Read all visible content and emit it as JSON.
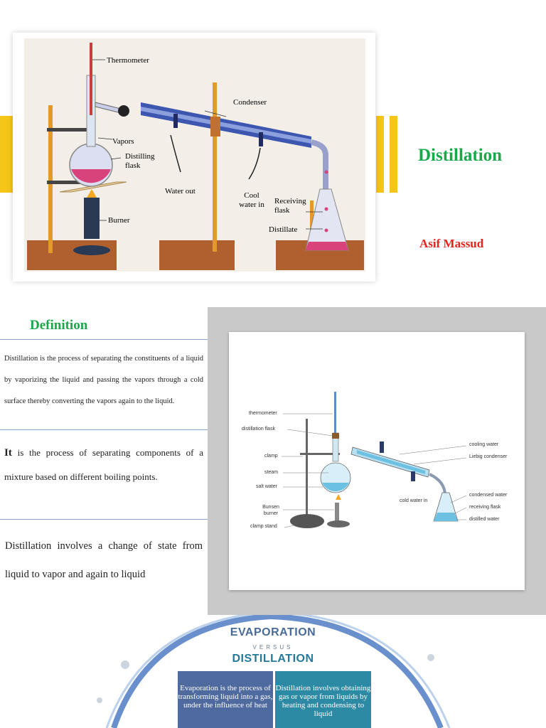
{
  "slide1": {
    "title": "Distillation",
    "author": "Asif Massud",
    "photo_labels": {
      "thermometer": "Thermometer",
      "condenser": "Condenser",
      "vapors": "Vapors",
      "distilling_flask": "Distilling flask",
      "water_out": "Water out",
      "cool_water_in": "Cool water in",
      "receiving_flask": "Receiving flask",
      "burner": "Burner",
      "distillate": "Distillate"
    },
    "colors": {
      "accent_bar": "#f5c518",
      "title": "#19a84a",
      "author": "#e4231c"
    }
  },
  "slide2": {
    "heading": "Definition",
    "paragraph1": "Distillation is the process of separating the constituents of a liquid by vaporizing the liquid and passing the vapors through a cold surface thereby converting the vapors again to the liquid.",
    "paragraph2_lead": "It",
    "paragraph2_rest": " is the process of separating components of a mixture based on different boiling points.",
    "paragraph3": "Distillation involves a change of state from liquid to vapor and again to liquid",
    "diagram_labels": {
      "thermometer": "thermometer",
      "distillation_flask": "distillation flask",
      "clamp": "clamp",
      "steam": "steam",
      "salt_water": "salt water",
      "bunsen_burner": "Bunsen burner",
      "clamp_stand": "clamp stand",
      "cooling_water": "cooling water",
      "liebig_condenser": "Liebig condenser",
      "cold_water_in": "cold water in",
      "condensed_water": "condensed water",
      "receiving_flask": "receiving flask",
      "distilled_water": "distilled water"
    }
  },
  "slide3": {
    "title_top": "EVAPORATION",
    "versus": "VERSUS",
    "title_bottom": "DISTILLATION",
    "evaporation_box": "Evaporation is the process of transforming liquid into a gas, under the influence of heat",
    "distillation_box": "Distillation involves obtaining gas or vapor from liquids by heating and condensing to liquid"
  }
}
